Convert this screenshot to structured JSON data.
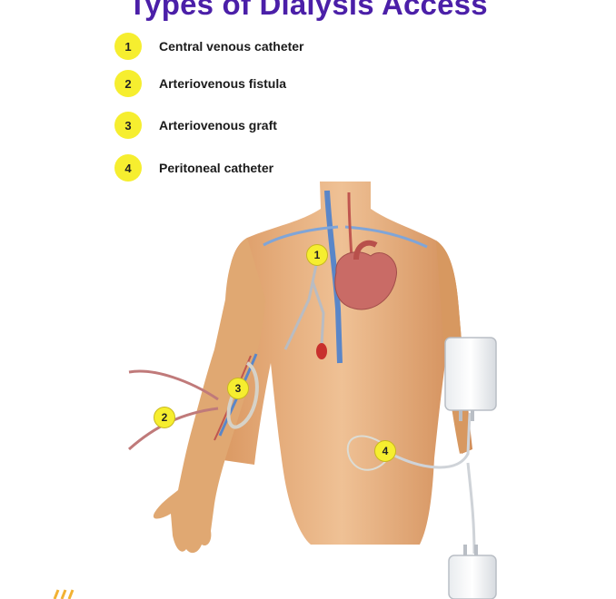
{
  "title": "Types of Dialysis Access",
  "legend": [
    {
      "number": "1",
      "label": "Central venous catheter"
    },
    {
      "number": "2",
      "label": "Arteriovenous fistula"
    },
    {
      "number": "3",
      "label": "Arteriovenous graft"
    },
    {
      "number": "4",
      "label": "Peritoneal catheter"
    }
  ],
  "markers": [
    "1",
    "2",
    "3",
    "4"
  ],
  "colors": {
    "title": "#4b1fa8",
    "badge": "#f6ee2f",
    "skin": "#e4b07c",
    "artery": "#c0564f",
    "vein": "#5a86c8"
  }
}
